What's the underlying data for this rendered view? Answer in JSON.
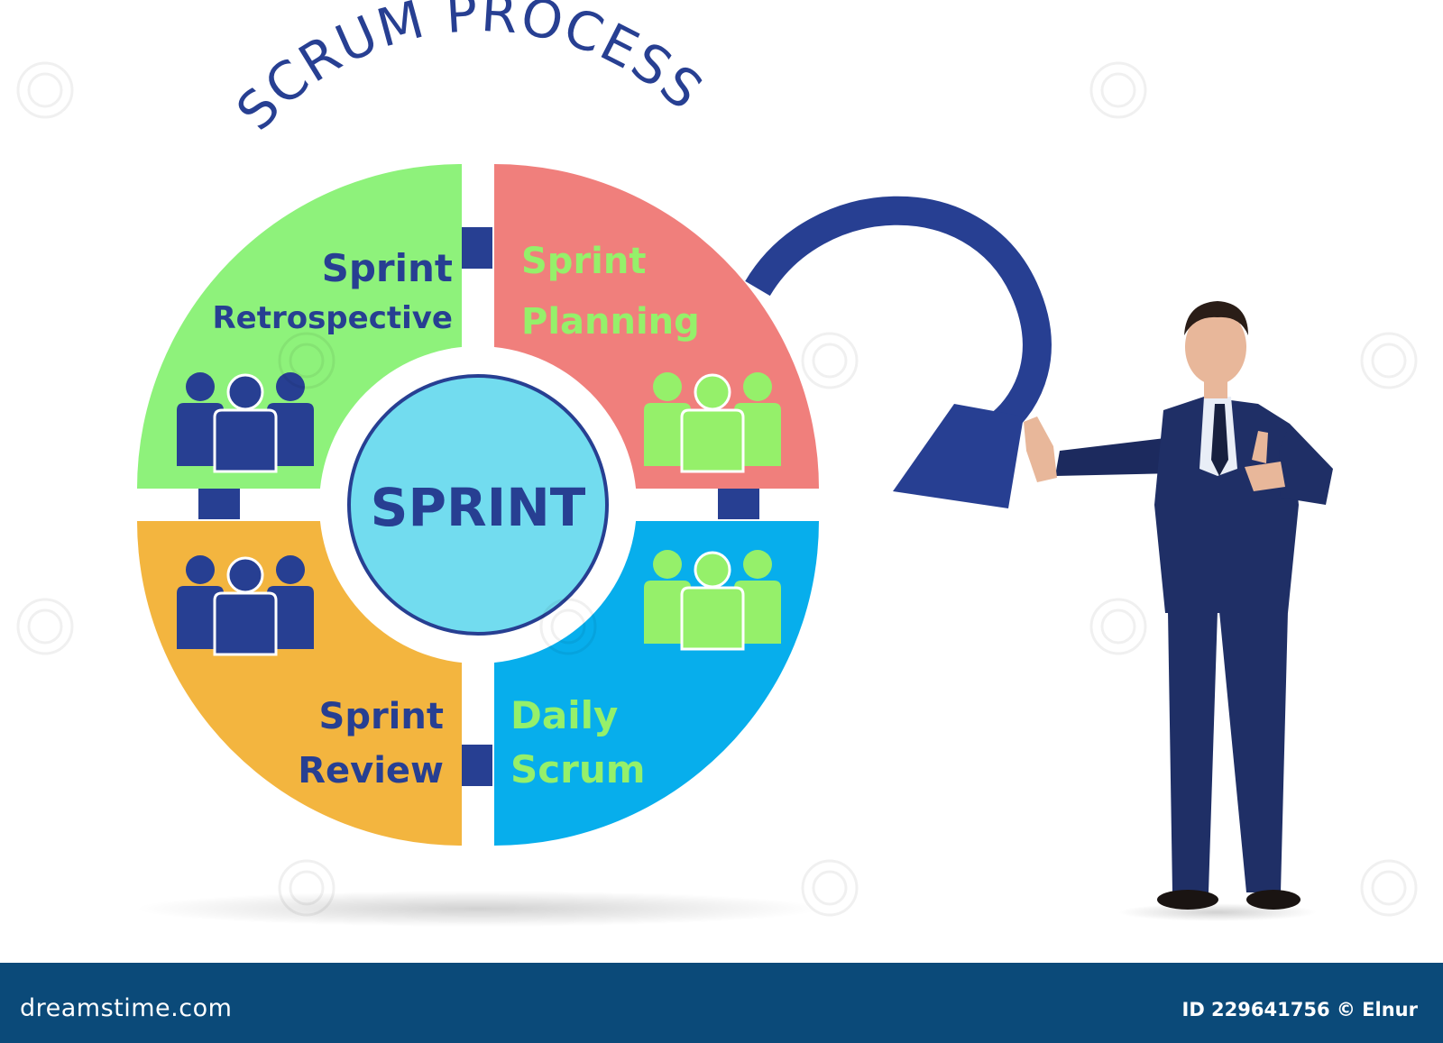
{
  "title": "SCRUM PROCESS",
  "center_label": "SPRINT",
  "segments": {
    "retrospective": {
      "line1": "Sprint",
      "line2": "Retrospective"
    },
    "planning": {
      "line1": "Sprint",
      "line2": "Planning"
    },
    "review": {
      "line1": "Sprint",
      "line2": "Review"
    },
    "daily": {
      "line1": "Daily",
      "line2": "Scrum"
    }
  },
  "colors": {
    "navy": "#273f92",
    "retrospective": "#8ef27b",
    "planning": "#f07f7c",
    "review": "#f3b53f",
    "daily": "#07aeec",
    "center": "#72dcef",
    "light_green_text": "#95f06a",
    "footer_bg": "#0b4a79"
  },
  "icons": {
    "people_group": "people-group-icon",
    "cycle_arrow": "curved-arrow-icon",
    "watermark": "spiral-watermark-icon"
  },
  "footer": {
    "logo": "dreamstime.com",
    "credit": "ID 229641756 © Elnur"
  }
}
